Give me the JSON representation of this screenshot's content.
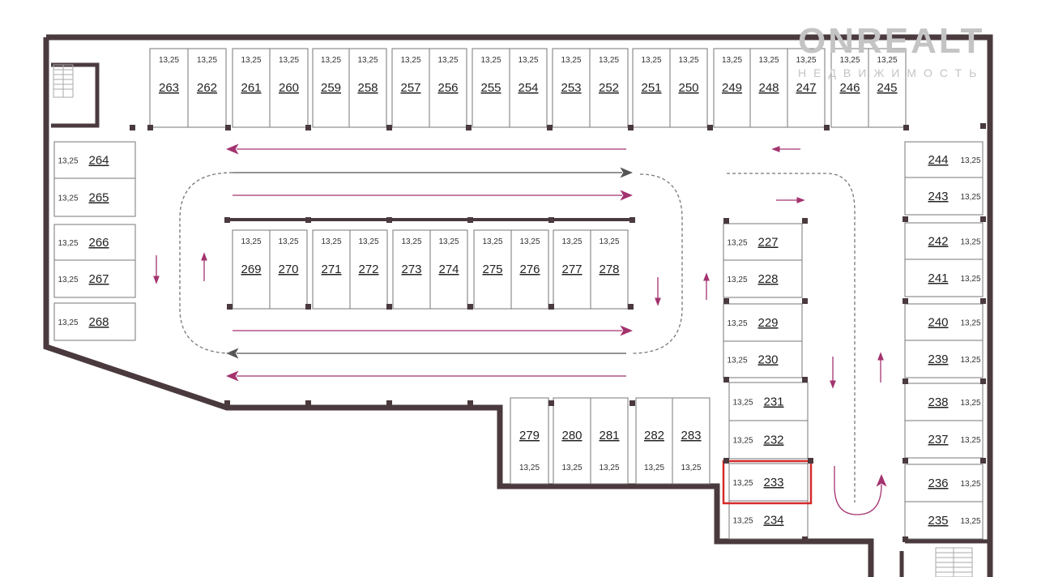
{
  "plan": {
    "watermark": {
      "brand": "ONREALT",
      "tagline": "НЕДВИЖИМОСТЬ"
    },
    "highlighted_spot": "233",
    "colors": {
      "wall": "#4a3a3e",
      "arrow": "#a3336f",
      "arrow_gray": "#555555",
      "highlight": "#d42a2a"
    },
    "spots": [
      {
        "number": "263",
        "area": "13,25"
      },
      {
        "number": "262",
        "area": "13,25"
      },
      {
        "number": "261",
        "area": "13,25"
      },
      {
        "number": "260",
        "area": "13,25"
      },
      {
        "number": "259",
        "area": "13,25"
      },
      {
        "number": "258",
        "area": "13,25"
      },
      {
        "number": "257",
        "area": "13,25"
      },
      {
        "number": "256",
        "area": "13,25"
      },
      {
        "number": "255",
        "area": "13,25"
      },
      {
        "number": "254",
        "area": "13,25"
      },
      {
        "number": "253",
        "area": "13,25"
      },
      {
        "number": "252",
        "area": "13,25"
      },
      {
        "number": "251",
        "area": "13,25"
      },
      {
        "number": "250",
        "area": "13,25"
      },
      {
        "number": "249",
        "area": "13,25"
      },
      {
        "number": "248",
        "area": "13,25"
      },
      {
        "number": "247",
        "area": "13,25"
      },
      {
        "number": "246",
        "area": "13,25"
      },
      {
        "number": "245",
        "area": "13,25"
      },
      {
        "number": "264",
        "area": "13,25"
      },
      {
        "number": "265",
        "area": "13,25"
      },
      {
        "number": "266",
        "area": "13,25"
      },
      {
        "number": "267",
        "area": "13,25"
      },
      {
        "number": "268",
        "area": "13,25"
      },
      {
        "number": "269",
        "area": "13,25"
      },
      {
        "number": "270",
        "area": "13,25"
      },
      {
        "number": "271",
        "area": "13,25"
      },
      {
        "number": "272",
        "area": "13,25"
      },
      {
        "number": "273",
        "area": "13,25"
      },
      {
        "number": "274",
        "area": "13,25"
      },
      {
        "number": "275",
        "area": "13,25"
      },
      {
        "number": "276",
        "area": "13,25"
      },
      {
        "number": "277",
        "area": "13,25"
      },
      {
        "number": "278",
        "area": "13,25"
      },
      {
        "number": "227",
        "area": "13,25"
      },
      {
        "number": "228",
        "area": "13,25"
      },
      {
        "number": "229",
        "area": "13,25"
      },
      {
        "number": "230",
        "area": "13,25"
      },
      {
        "number": "231",
        "area": "13,25"
      },
      {
        "number": "232",
        "area": "13,25"
      },
      {
        "number": "233",
        "area": "13,25"
      },
      {
        "number": "234",
        "area": "13,25"
      },
      {
        "number": "244",
        "area": "13,25"
      },
      {
        "number": "243",
        "area": "13,25"
      },
      {
        "number": "242",
        "area": "13,25"
      },
      {
        "number": "241",
        "area": "13,25"
      },
      {
        "number": "240",
        "area": "13,25"
      },
      {
        "number": "239",
        "area": "13,25"
      },
      {
        "number": "238",
        "area": "13,25"
      },
      {
        "number": "237",
        "area": "13,25"
      },
      {
        "number": "236",
        "area": "13,25"
      },
      {
        "number": "235",
        "area": "13,25"
      },
      {
        "number": "279",
        "area": "13,25"
      },
      {
        "number": "280",
        "area": "13,25"
      },
      {
        "number": "281",
        "area": "13,25"
      },
      {
        "number": "282",
        "area": "13,25"
      },
      {
        "number": "283",
        "area": "13,25"
      }
    ]
  }
}
